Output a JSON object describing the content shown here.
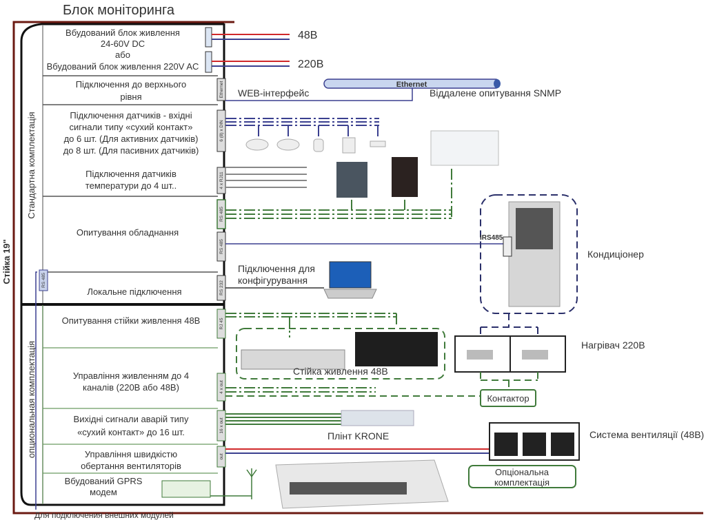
{
  "title": "Блок моніторинга",
  "rack_label": "Стійка 19\"",
  "standard_label": "Стандартна комплектація",
  "optional_label": "опциональная комплектація",
  "bottom_label": "Для подключения внешних модулей",
  "rows": {
    "power": [
      "Вбудований блок живлення",
      "24-60V DC",
      "або",
      "Вбудований блок живлення 220V AC"
    ],
    "upper": [
      "Підключення до верхнього",
      "рівня"
    ],
    "dry": [
      "Підключення датчиків - вхідні",
      "сигнали типу «сухий контакт»",
      "до 6 шт. (Для активних датчиків)",
      "до 8 шт. (Для пасивних датчиків)"
    ],
    "temp": [
      "Підключення датчиків",
      "температури до 4 шт.."
    ],
    "polling": "Опитування обладнання",
    "local": "Локальне підключення",
    "rack48": "Опитування стійки живлення 48В",
    "powerctl": [
      "Управління живленням до 4",
      "каналів (220В або 48В)"
    ],
    "alarms": [
      "Вихідні сигнали аварій типу",
      "«сухий контакт» до 16 шт."
    ],
    "fans": [
      "Управління швидкістю",
      "обертання вентиляторів"
    ],
    "gprs": [
      "Вбудований GPRS",
      "модем"
    ]
  },
  "connectors": {
    "ethernet": "Ethernet",
    "din": "6 (8) x DIN",
    "rj11": "4 x RJ11",
    "rs485a": "RS 485",
    "rs485b": "RS 485",
    "rs232": "RS 232",
    "rj45": "RJ 45",
    "out4": "4 x out",
    "out16": "16 x out",
    "out": "out",
    "rs485_left": "RS 485"
  },
  "right": {
    "v48": "48В",
    "v220": "220В",
    "ethernet_bus": "Ethernet",
    "web": "WEB-інтерфейс",
    "snmp": "Віддалене опитування SNMP",
    "irs485": "IRS485",
    "conditioner": "Кондиціонер",
    "config": [
      "Підключення для",
      "конфігурування"
    ],
    "heater": "Нагрівач 220В",
    "power_rack": "Стійка живлення 48В",
    "contactor": "Контактор",
    "krone": "Плінт KRONE",
    "ventilation": "Система вентиляції (48В)",
    "optional_kit": [
      "Опціональна",
      "комплектація"
    ]
  },
  "colors": {
    "frame": "#6b1a12",
    "blue": "#3a3f8f",
    "red": "#d0282a",
    "green": "#3f7a3a"
  }
}
